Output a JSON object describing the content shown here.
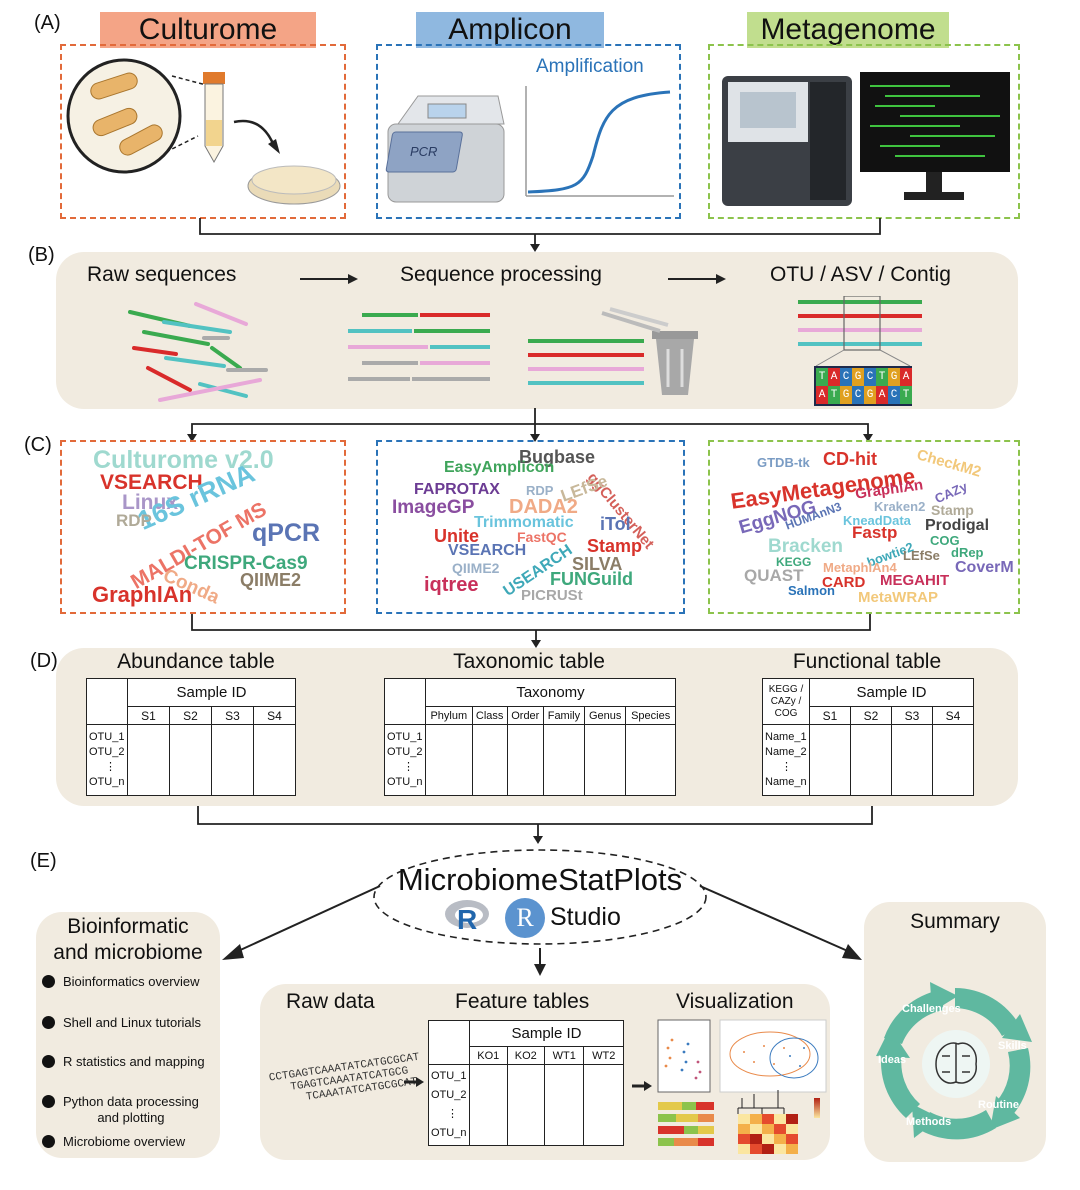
{
  "panels": {
    "a": "(A)",
    "b": "(B)",
    "c": "(C)",
    "d": "(D)",
    "e": "(E)"
  },
  "section_a": {
    "culturome": {
      "title": "Culturome",
      "color": "#f4a486"
    },
    "amplicon": {
      "title": "Amplicon",
      "color": "#8fb8e0",
      "curve_label": "Amplification",
      "pcr_label": "PCR"
    },
    "metagenome": {
      "title": "Metagenome",
      "color": "#c1de8e"
    }
  },
  "section_b": {
    "steps": [
      "Raw sequences",
      "Sequence processing",
      "OTU / ASV / Contig"
    ],
    "bases_top": [
      "T",
      "A",
      "C",
      "G",
      "C",
      "T",
      "G",
      "A"
    ],
    "bases_bottom": [
      "A",
      "T",
      "G",
      "C",
      "G",
      "A",
      "C",
      "T"
    ]
  },
  "section_c": {
    "culturome_words": [
      "Culturome v2.0",
      "VSEARCH",
      "Linux",
      "16S rRNA",
      "RDP",
      "MALDI-TOF MS",
      "qPCR",
      "CRISPR-Cas9",
      "Conda",
      "QIIME2",
      "GraphlAn"
    ],
    "amplicon_words": [
      "Bugbase",
      "EasyAmplicon",
      "ggClusterNet",
      "FAPROTAX",
      "RDP",
      "LEfSe",
      "ImageGP",
      "DADA2",
      "Trimmomatic",
      "iTol",
      "Unite",
      "FastQC",
      "VSEARCH",
      "Stamp",
      "QIIME2",
      "USEARCH",
      "SILVA",
      "iqtree",
      "FUNGuild",
      "PICRUSt"
    ],
    "metagenome_words": [
      "GTDB-tk",
      "CD-hit",
      "CheckM2",
      "EasyMetagenome",
      "CAZy",
      "EggNOG",
      "GraphlAn",
      "HUMAnN3",
      "Kraken2",
      "KneadData",
      "Stamp",
      "Prodigal",
      "Fastp",
      "Bracken",
      "bowtie2",
      "COG",
      "KEGG",
      "LEfSe",
      "dRep",
      "MetaphlAn4",
      "CoverM",
      "QUAST",
      "CARD",
      "MEGAHIT",
      "Salmon",
      "MetaWRAP"
    ]
  },
  "section_d": {
    "abundance": {
      "title": "Abundance table",
      "header": "Sample ID",
      "cols": [
        "S1",
        "S2",
        "S3",
        "S4"
      ],
      "rows": [
        "OTU_1",
        "OTU_2",
        "⋮",
        "OTU_n"
      ]
    },
    "taxonomic": {
      "title": "Taxonomic table",
      "header": "Taxonomy",
      "cols": [
        "Phylum",
        "Class",
        "Order",
        "Family",
        "Genus",
        "Species"
      ],
      "rows": [
        "OTU_1",
        "OTU_2",
        "⋮",
        "OTU_n"
      ]
    },
    "functional": {
      "title": "Functional table",
      "corner": "KEGG / CAZy / COG",
      "header": "Sample ID",
      "cols": [
        "S1",
        "S2",
        "S3",
        "S4"
      ],
      "rows": [
        "Name_1",
        "Name_2",
        "⋮",
        "Name_n"
      ]
    }
  },
  "section_e": {
    "center_title": "MicrobiomeStatPlots",
    "r_logo": "R",
    "rstudio_r": "R",
    "rstudio_text": "Studio",
    "left": {
      "title_line1": "Bioinformatic",
      "title_line2": "and microbiome",
      "items": [
        "Bioinformatics overview",
        "Shell and Linux tutorials",
        "R statistics and mapping",
        "Python data processing",
        "and plotting",
        "Microbiome overview"
      ]
    },
    "summary": {
      "title": "Summary",
      "cycle": [
        "Challenges",
        "Skills",
        "Routine",
        "Methods",
        "Ideas"
      ]
    },
    "bottom": {
      "raw": "Raw data",
      "features": "Feature tables",
      "vis": "Visualization",
      "header": "Sample ID",
      "cols": [
        "KO1",
        "KO2",
        "WT1",
        "WT2"
      ],
      "rows": [
        "OTU_1",
        "OTU_2",
        "⋮",
        "OTU_n"
      ],
      "dna_lines": [
        "CCTGAGTCAAATATCATGCGCAT",
        "TGAGTCAAATATCATGCG",
        "TCAAATATCATGCGCAT"
      ]
    }
  }
}
